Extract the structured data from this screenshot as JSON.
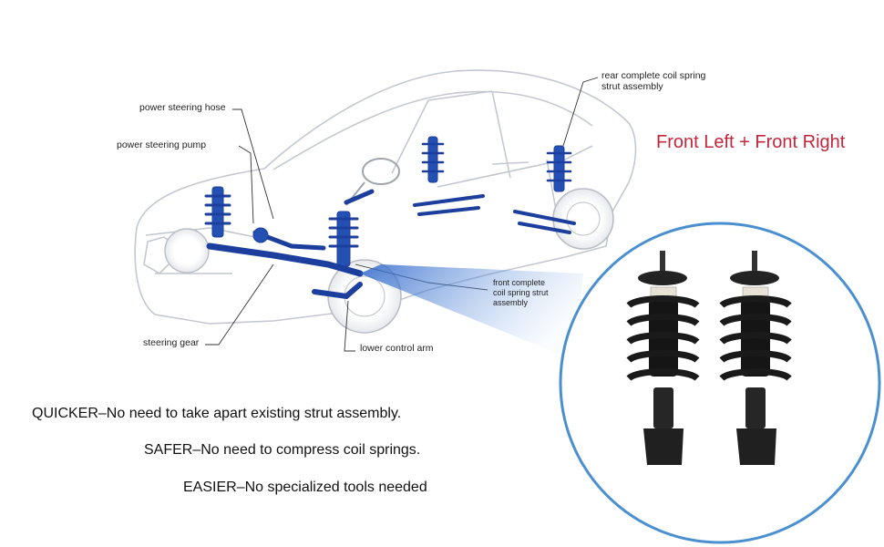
{
  "callouts": {
    "power_steering_hose": "power steering hose",
    "power_steering_pump": "power steering pump",
    "steering_gear": "steering gear",
    "lower_control_arm": "lower control arm",
    "front_strut": [
      "front complete",
      "coil spring strut",
      "assembly"
    ],
    "rear_strut": [
      "rear complete coil spring",
      "strut assembly"
    ]
  },
  "headline": "Front Left + Front Right",
  "benefits": {
    "quicker": "QUICKER–No need to take apart existing strut assembly.",
    "safer": "SAFER–No need to compress coil springs.",
    "easier": "EASIER–No specialized tools needed"
  },
  "colors": {
    "headline": "#c0273d",
    "suspension_blue": "#1c3f9e",
    "magnifier_ring": "#4a8fd0",
    "car_outline": "#bfc4cc"
  }
}
